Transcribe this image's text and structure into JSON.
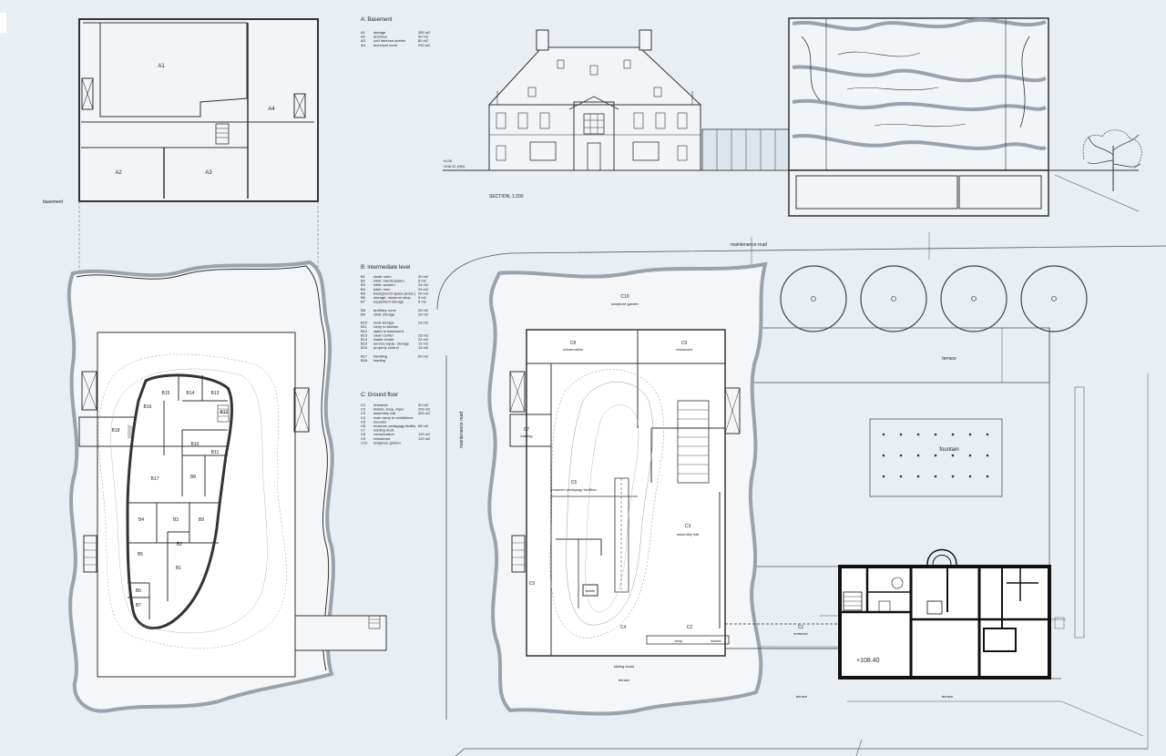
{
  "basement": {
    "label": "basement",
    "rooms": {
      "a1": "A1",
      "a2": "A2",
      "a3": "A3",
      "a4": "A4"
    },
    "legend": {
      "heading": "A: Basement",
      "items": [
        {
          "code": "A1",
          "name": "storage",
          "area": "350 m2"
        },
        {
          "code": "A2",
          "name": "archives",
          "area": "90 m2"
        },
        {
          "code": "A3",
          "name": "civil defence shelter",
          "area": "80 m2"
        },
        {
          "code": "A4",
          "name": "technical room",
          "area": "250 m2"
        }
      ]
    }
  },
  "intermediate": {
    "legend": {
      "heading": "B: intermediate level",
      "items": [
        {
          "code": "B1",
          "name": "cloak room",
          "area": "30 m2"
        },
        {
          "code": "B2",
          "name": "toilet, handicapped",
          "area": "8 m2"
        },
        {
          "code": "B3",
          "name": "toilet, women",
          "area": "24 m2"
        },
        {
          "code": "B4",
          "name": "toilet, men",
          "area": "24 m2"
        },
        {
          "code": "B5",
          "name": "background space (educ.)",
          "area": "20 m2"
        },
        {
          "code": "B6",
          "name": "storage, museum shop",
          "area": "8 m2"
        },
        {
          "code": "B7",
          "name": "equipment storage",
          "area": "8 m2"
        },
        {
          "code": "B8",
          "name": "auxiliary room",
          "area": "25 m2"
        },
        {
          "code": "B9",
          "name": "chair storage",
          "area": "25 m2"
        },
        {
          "code": "B10",
          "name": "local storage",
          "area": "23 m2"
        },
        {
          "code": "B11",
          "name": "ramp to kitchen",
          "area": ""
        },
        {
          "code": "B12",
          "name": "stairs to basement",
          "area": ""
        },
        {
          "code": "B13",
          "name": "clean center",
          "area": "23 m2"
        },
        {
          "code": "B14",
          "name": "waste center",
          "area": "22 m2"
        },
        {
          "code": "B15",
          "name": "service equip. storage",
          "area": "12 m2"
        },
        {
          "code": "B16",
          "name": "property control",
          "area": "12 m2"
        },
        {
          "code": "B17",
          "name": "handling",
          "area": "60 m2"
        },
        {
          "code": "B18",
          "name": "loading",
          "area": ""
        }
      ]
    },
    "rooms": {
      "b1": "B1",
      "b2": "B2",
      "b3": "B3",
      "b4": "B4",
      "b5": "B5",
      "b6": "B6",
      "b7": "B7",
      "b8": "B8",
      "b9": "B9",
      "b10": "B10",
      "b11": "B11",
      "b12": "B12",
      "b13": "B13",
      "b14": "B14",
      "b15": "B15",
      "b16": "B16",
      "b17": "B17",
      "b18": "B18"
    }
  },
  "ground": {
    "legend": {
      "heading": "C: Ground floor",
      "items": [
        {
          "code": "C1",
          "name": "entrance",
          "area": "50 m2"
        },
        {
          "code": "C2",
          "name": "tickets, shop, foyer",
          "area": "200 m2"
        },
        {
          "code": "C3",
          "name": "assembly hall",
          "area": "300 m2"
        },
        {
          "code": "C4",
          "name": "main ramp to exhibitions",
          "area": ""
        },
        {
          "code": "C5",
          "name": "elevator",
          "area": ""
        },
        {
          "code": "C6",
          "name": "museum pedagogy facility",
          "area": "65 m2"
        },
        {
          "code": "C7",
          "name": "loading dock",
          "area": ""
        },
        {
          "code": "C8",
          "name": "conservation",
          "area": "120 m2"
        },
        {
          "code": "C9",
          "name": "restaurant",
          "area": "120 m2"
        },
        {
          "code": "C10",
          "name": "sculpture garden",
          "area": ""
        }
      ]
    },
    "labels": {
      "c10": "C10",
      "sculpture_garden": "sculpture garden",
      "c8": "C8",
      "conservation": "conservation",
      "c9": "C9",
      "restaurant": "restaurant",
      "c7": "C7",
      "loading": "loading",
      "c6": "C6",
      "c6_sub": "museum pedagogy facilities",
      "c3": "C3",
      "assembly_hall": "assembly hall",
      "c5": "C5",
      "c4": "C4",
      "c2": "C2",
      "shop": "shop",
      "tickets": "tickets",
      "toilets": "toilets",
      "c1": "C1",
      "entrance": "entrance",
      "sliding_doors": "sliding doors",
      "terrace_left": "terrace",
      "terrace_mid": "terrace",
      "terrace_right": "terrace",
      "terrace_top": "terrace",
      "fountain": "fountain",
      "level": "+108.40"
    }
  },
  "site": {
    "maintenance_road_top": "maintenance road",
    "maintenance_road_left": "maintenance road"
  },
  "section": {
    "caption": "SECTION, 1:200",
    "level_a": "+0,00",
    "level_b": "+108.31 (NN)"
  }
}
